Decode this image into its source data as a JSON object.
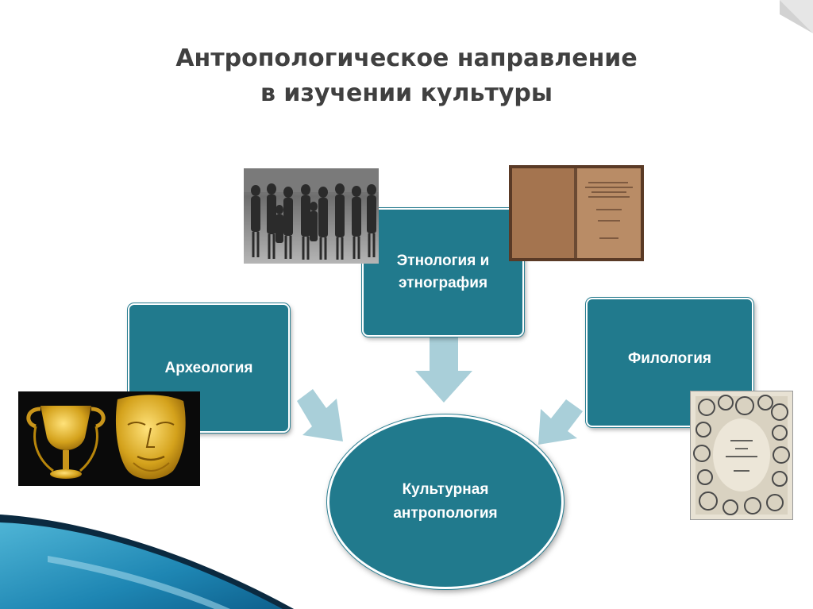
{
  "title": {
    "line1": "Антропологическое направление",
    "line2": "в изучении культуры"
  },
  "boxes": {
    "archaeology": "Археология",
    "ethnology_line1": "Этнология и",
    "ethnology_line2": "этнография",
    "philology": "Филология"
  },
  "center": {
    "line1": "Культурная",
    "line2": "антропология"
  },
  "colors": {
    "box": "#217a8d",
    "arrow": "#a9cfd9",
    "title": "#404040",
    "wave_dark": "#0a3a5c",
    "wave_light": "#3aa6c9"
  },
  "images": {
    "tribe_photo": "tribe-photo",
    "old_book": "old-book-photo",
    "gold_artifacts": "gold-artifacts-photo",
    "fairytale_cover": "fairytale-cover-photo"
  }
}
